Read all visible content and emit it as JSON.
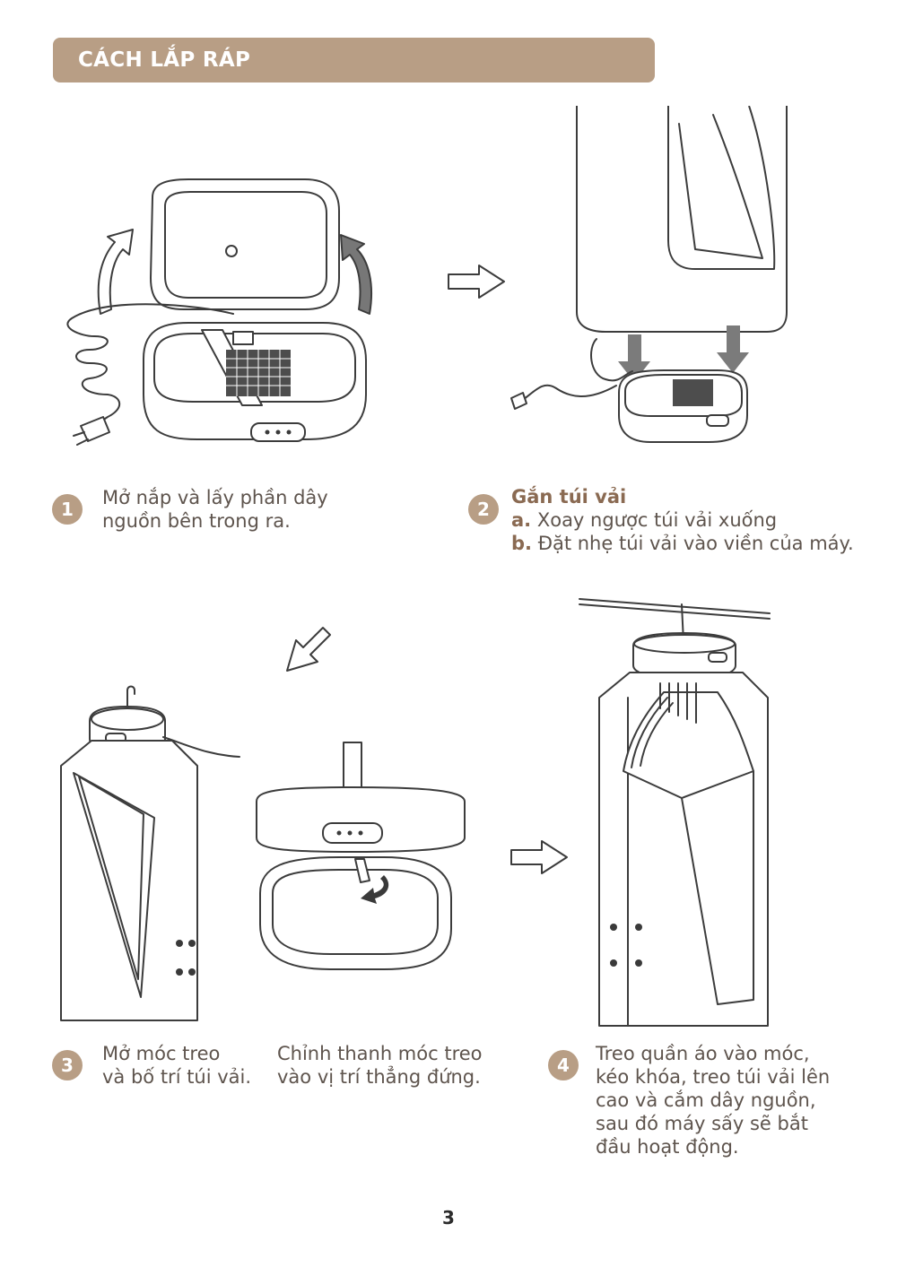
{
  "header": {
    "title": "CÁCH LẮP RÁP"
  },
  "steps": [
    {
      "number": "1",
      "lines": [
        "Mở nắp và lấy phần dây",
        "nguồn bên trong ra."
      ]
    },
    {
      "number": "2",
      "title": "Gắn túi vải",
      "items": [
        {
          "label": "a.",
          "text": " Xoay ngược túi vải xuống"
        },
        {
          "label": "b.",
          "text": " Đặt nhẹ túi vải vào viền của máy."
        }
      ]
    },
    {
      "number": "3",
      "left_lines": [
        "Mở móc treo",
        "và bố trí túi vải."
      ],
      "right_lines": [
        "Chỉnh thanh móc treo",
        "vào vị trí thẳng đứng."
      ]
    },
    {
      "number": "4",
      "lines": [
        "Treo quần áo vào móc,",
        "kéo khóa, treo túi vải lên",
        "cao và cắm dây nguồn,",
        "sau đó máy sấy sẽ bắt",
        "đầu hoạt động."
      ]
    }
  ],
  "page_number": "3",
  "colors": {
    "accent": "#b89e85",
    "text": "#5e544d",
    "line_art": "#3c3c3c"
  }
}
